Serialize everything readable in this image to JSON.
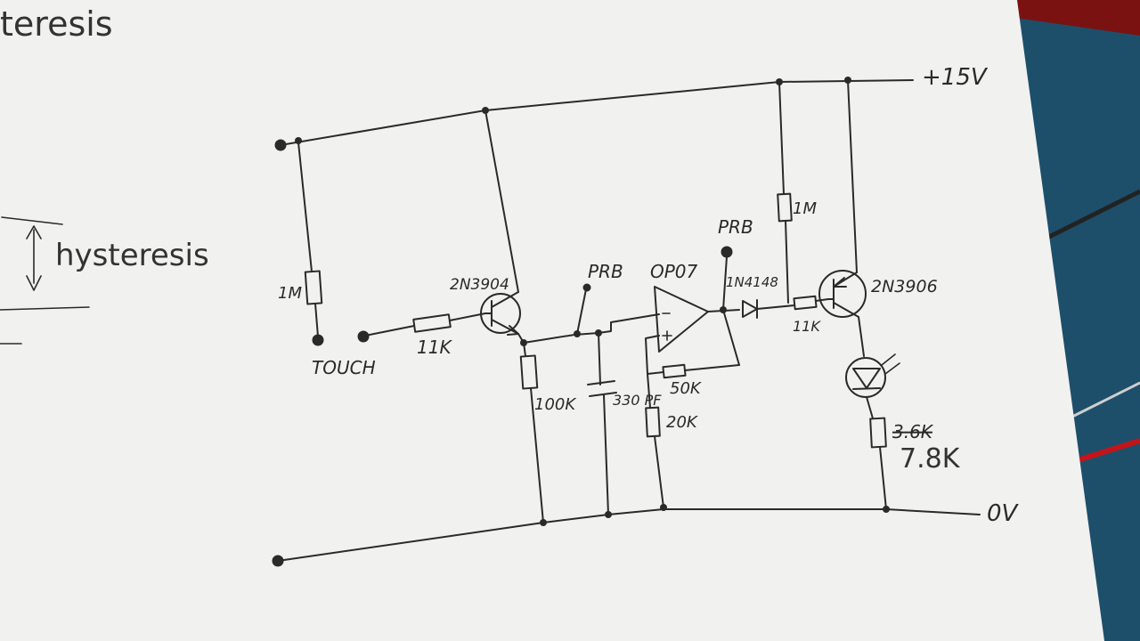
{
  "header": {
    "title_fragment": "teresis"
  },
  "side_note": {
    "label": "hysteresis"
  },
  "rails": {
    "supply_label": "+15V",
    "ground_label": "0V"
  },
  "components": {
    "r_touch_pull": "1M",
    "touch_label": "TOUCH",
    "r_base": "11K",
    "transistor_npn": "2N3904",
    "r_emitter": "100K",
    "probe_1": "PRB",
    "capacitor": "330 PF",
    "opamp": "OP07",
    "r_feedback": "50K",
    "r_divider": "20K",
    "probe_2": "PRB",
    "diode": "1N4148",
    "r_pullup": "1M",
    "r_base_pnp": "11K",
    "transistor_pnp": "2N3906",
    "r_led_old": "3.6K",
    "r_led_new": "7.8K"
  },
  "colors": {
    "paper": "#f1f1f0",
    "ink": "#2a2a2a",
    "background": "#1d4f6b",
    "wire_red": "#c4141a"
  }
}
